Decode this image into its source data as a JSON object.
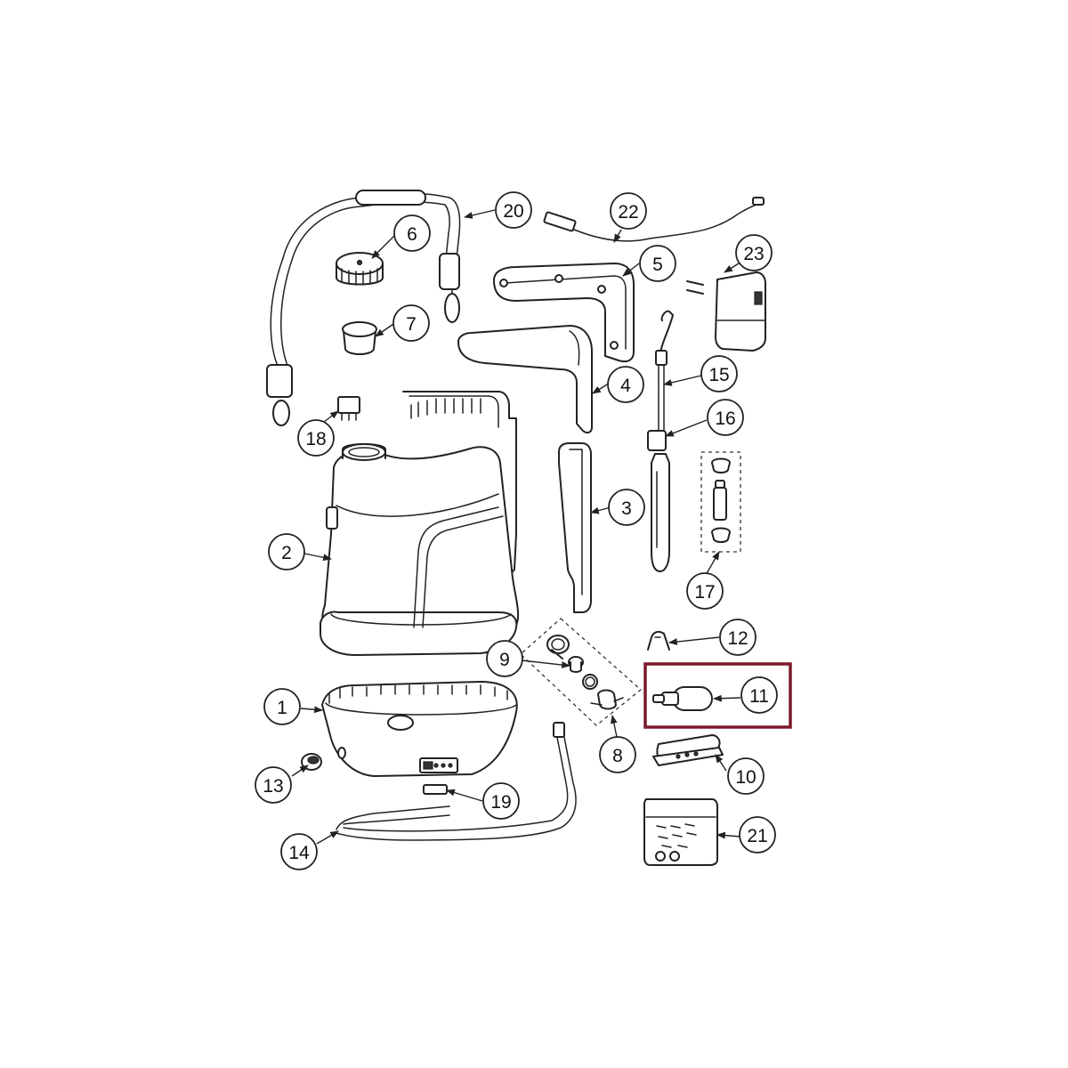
{
  "colors": {
    "line": "#222222",
    "background": "#ffffff",
    "highlight": "#7a1a2a"
  },
  "highlighted_part": "11",
  "callouts": {
    "c1": "1",
    "c2": "2",
    "c3": "3",
    "c4": "4",
    "c5": "5",
    "c6": "6",
    "c7": "7",
    "c8": "8",
    "c9": "9",
    "c10": "10",
    "c11": "11",
    "c12": "12",
    "c13": "13",
    "c14": "14",
    "c15": "15",
    "c16": "16",
    "c17": "17",
    "c18": "18",
    "c19": "19",
    "c20": "20",
    "c21": "21",
    "c22": "22",
    "c23": "23"
  }
}
